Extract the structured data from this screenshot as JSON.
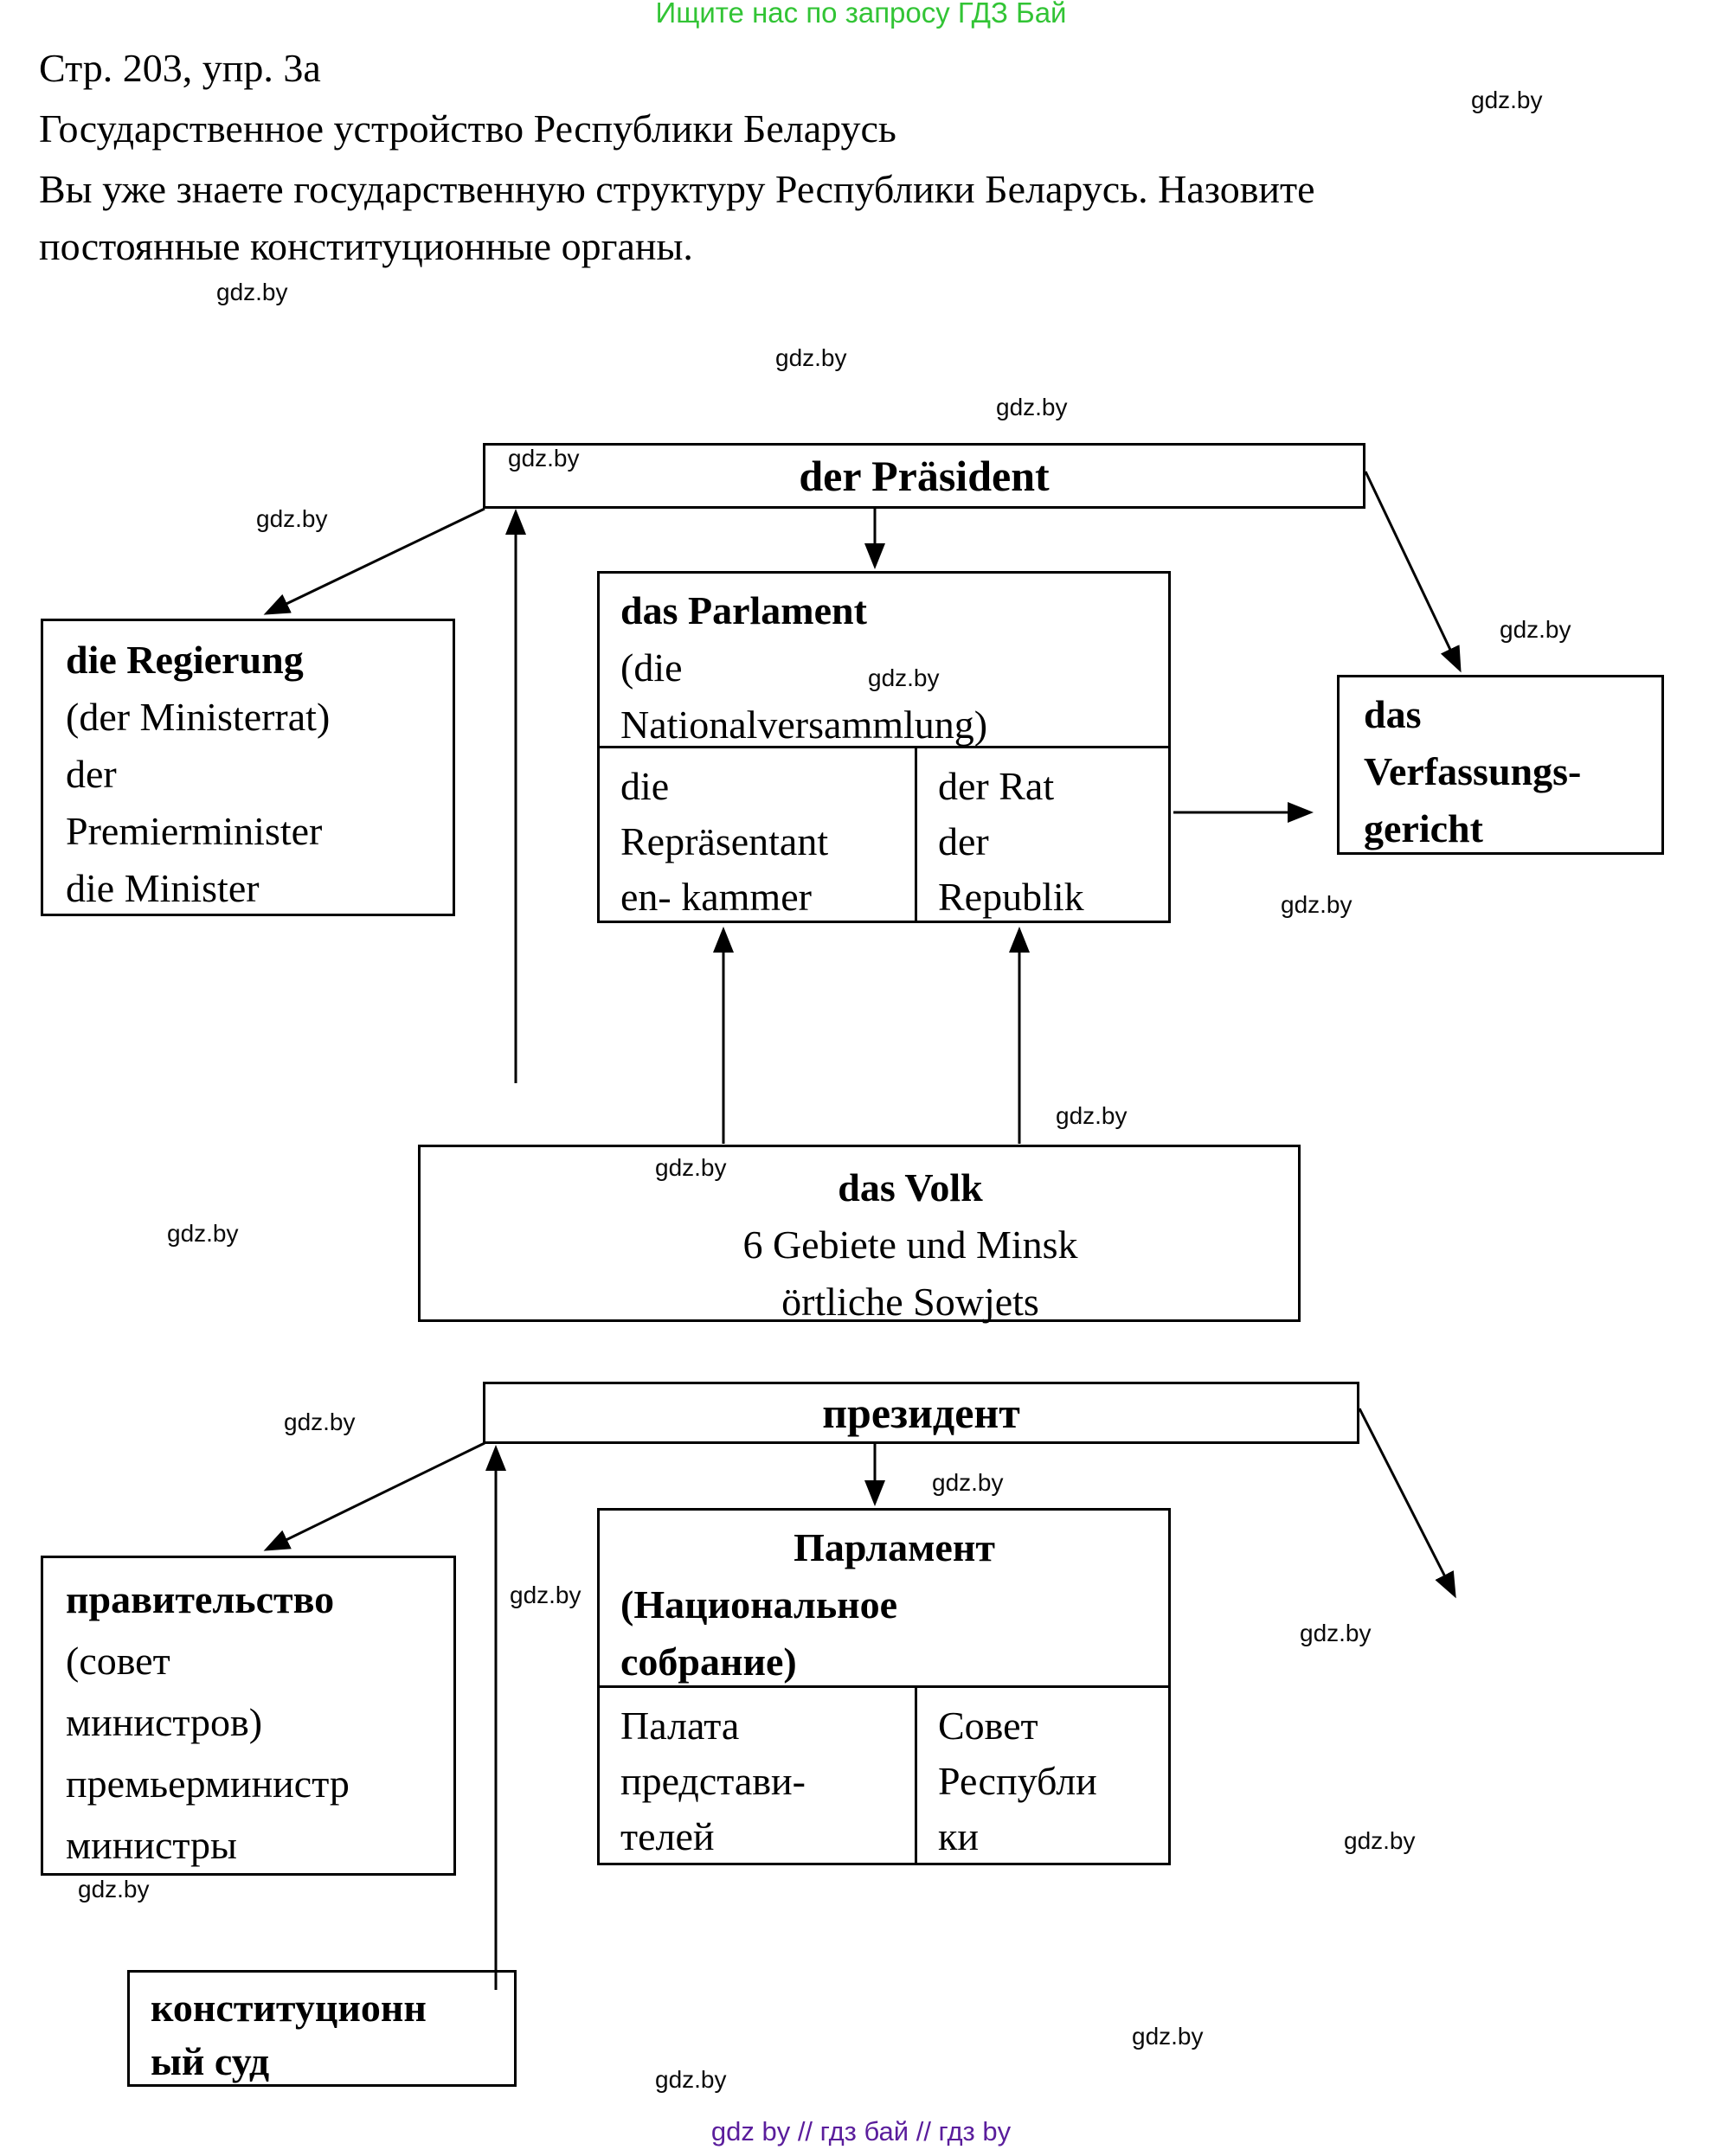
{
  "banner": {
    "text": "Ищите нас по запросу ГДЗ Бай",
    "color": "#32c435"
  },
  "header": {
    "line1": "Стр. 203, упр. 3а",
    "line2": "Государственное устройство Республики Беларусь",
    "line3": "Вы уже знаете государственную структуру Республики Беларусь. Назовите",
    "line4": "постоянные конституционные органы."
  },
  "watermark": {
    "text": "gdz.by"
  },
  "diagram_de": {
    "president": "der Präsident",
    "government": {
      "title": "die Regierung",
      "lines": [
        "(der Ministerrat)",
        "der",
        "Premierminister",
        "die Minister"
      ]
    },
    "parliament": {
      "title": "das Parlament",
      "subtitle_lines": [
        "(die",
        "Nationalversammlung)"
      ],
      "chamber1": [
        "die",
        "Repräsentant",
        "en- kammer"
      ],
      "chamber2": [
        "der Rat",
        "der",
        "Republik"
      ]
    },
    "court": {
      "lines": [
        "das",
        "Verfassungs-",
        "gericht"
      ]
    },
    "people": {
      "title": "das Volk",
      "lines": [
        "6 Gebiete und Minsk",
        "örtliche Sowjets"
      ]
    }
  },
  "diagram_ru": {
    "president": "президент",
    "government": {
      "title": "правительство",
      "lines": [
        "(совет",
        "министров)",
        "премьерминистр",
        "министры"
      ]
    },
    "parliament": {
      "title": "Парламент",
      "subtitle_lines": [
        "(Национальное",
        "собрание)"
      ],
      "chamber1": [
        "Палата",
        "представи-",
        "телей"
      ],
      "chamber2": [
        "Совет",
        "Республи",
        "ки"
      ]
    },
    "court": {
      "lines": [
        "конституционн",
        "ый суд"
      ]
    }
  },
  "footer": {
    "text": "gdz by  //  гдз бай  //  гдз by",
    "color": "#5a1d9c"
  }
}
